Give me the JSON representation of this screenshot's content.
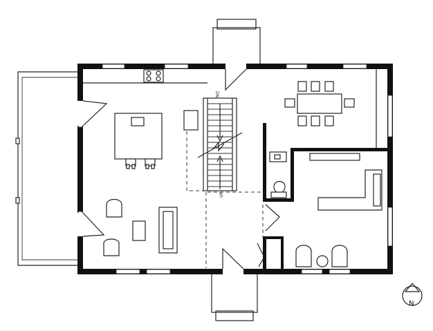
{
  "stair_labels": {
    "down": "DN",
    "up": "UP"
  },
  "compass": {
    "label": "N"
  }
}
